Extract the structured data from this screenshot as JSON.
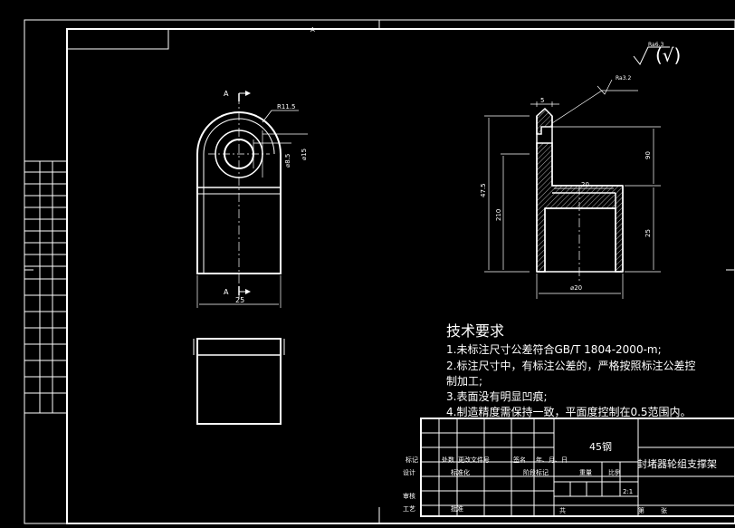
{
  "frame": {
    "zone_letter_top": "A"
  },
  "front_view": {
    "section_label_top": "A",
    "section_label_bottom": "A",
    "radius_dim": "R11.5",
    "inner_dia_dim": "⌀8.5",
    "outer_dia_dim": "⌀15",
    "width_dim": "25"
  },
  "section_view": {
    "dim_top_width": "5",
    "dim_upper_height": "90",
    "dim_total_height": "47.5",
    "dim_lower_height": "210",
    "dim_mid_width": "20",
    "dim_right_height": "25",
    "dim_bottom_dia": "⌀20",
    "roughness_callout": "Ra3.2"
  },
  "surface_finish_general": {
    "roughness": "Ra6.3",
    "bracket_symbol": "(√)"
  },
  "tech_requirements": {
    "title": "技术要求",
    "items": [
      "1.未标注尺寸公差符合GB/T 1804-2000-m;",
      "2.标注尺寸中，有标注公差的，严格按照标注公差控",
      "制加工;",
      "3.表面没有明显凹痕;",
      "4.制造精度需保持一致，平面度控制在0.5范围内。"
    ]
  },
  "title_block": {
    "material": "45钢",
    "part_name": "封堵器轮组支撑架",
    "scale": "2:1",
    "labels": {
      "biaoji": "标记",
      "chushu": "处数",
      "fenqu": "分区",
      "genggai": "更改文件号",
      "qianming": "签名",
      "date": "年、月、日",
      "sheji": "设计",
      "biaozhunhua": "标准化",
      "jieduan": "阶段标记",
      "zhongliang": "重量",
      "bili": "比例",
      "shenhe": "审核",
      "gongyi": "工艺",
      "pizhun": "批准",
      "gong": "共",
      "zhang": "张",
      "di": "第"
    }
  },
  "colors": {
    "background": "#000000",
    "lines": "#ffffff",
    "dimension_lines": "#ffffff",
    "hatch": "#ffffff"
  }
}
